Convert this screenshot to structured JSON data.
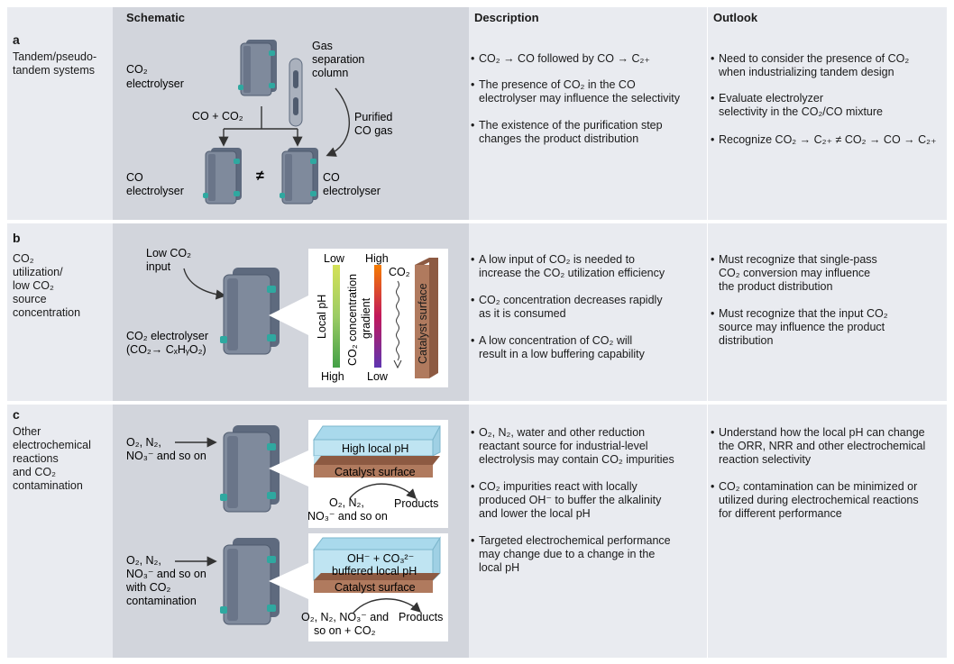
{
  "headers": {
    "schematic": "Schematic",
    "description": "Description",
    "outlook": "Outlook"
  },
  "rows": [
    {
      "letter": "a",
      "title_lines": [
        "Tandem/pseudo-",
        "tandem systems"
      ],
      "schematic": {
        "co2_electrolyser": [
          "CO₂",
          "electrolyser"
        ],
        "gas_column": [
          "Gas",
          "separation",
          "column"
        ],
        "feed": "CO + CO₂",
        "purified": [
          "Purified",
          "CO gas"
        ],
        "co_left": [
          "CO",
          "electrolyser"
        ],
        "co_right": [
          "CO",
          "electrolyser"
        ],
        "neq": "≠"
      },
      "description": [
        [
          "CO₂ → CO followed by CO → C₂₊"
        ],
        [
          "The presence of CO₂ in the CO",
          "electrolyser may influence the selectivity"
        ],
        [
          "The existence of the purification step",
          "changes the product distribution"
        ]
      ],
      "outlook": [
        [
          "Need to consider the presence of CO₂",
          "when industrializing tandem design"
        ],
        [
          "Evaluate electrolyzer",
          "selectivity in the CO₂/CO mixture"
        ],
        [
          "Recognize CO₂ → C₂₊ ≠ CO₂ → CO → C₂₊"
        ]
      ]
    },
    {
      "letter": "b",
      "title_lines": [
        "CO₂",
        "utilization/",
        "low CO₂",
        "source",
        "concentration"
      ],
      "schematic": {
        "low_input": [
          "Low CO₂",
          "input"
        ],
        "electrolyser": [
          "CO₂ electrolyser",
          "(CO₂→ CₓHᵧO₂)"
        ],
        "low_top": "Low",
        "high_top": "High",
        "high_bottom": "High",
        "low_bottom": "Low",
        "ph_label": "Local pH",
        "gradient_label": [
          "CO₂ concentration",
          "gradient"
        ],
        "co2_small": "CO₂",
        "catalyst_label": "Catalyst surface"
      },
      "description": [
        [
          "A low input of CO₂ is needed to",
          "increase the CO₂ utilization efficiency"
        ],
        [
          "CO₂ concentration decreases rapidly",
          "as it is consumed"
        ],
        [
          "A low concentration of CO₂ will",
          "result in a low buffering capability"
        ]
      ],
      "outlook": [
        [
          "Must recognize that single-pass",
          "CO₂ conversion may influence",
          "the product distribution"
        ],
        [
          "Must recognize that the input CO₂",
          "source may influence the product",
          "distribution"
        ]
      ]
    },
    {
      "letter": "c",
      "title_lines": [
        "Other",
        "electrochemical",
        "reactions",
        "and CO₂",
        "contamination"
      ],
      "schematic": {
        "input1": [
          "O₂, N₂,",
          "NO₃⁻ and so on"
        ],
        "box1_top": "High local pH",
        "box1_cat": "Catalyst surface",
        "react1": [
          "O₂, N₂,",
          "NO₃⁻ and so on"
        ],
        "products1": "Products",
        "input2": [
          "O₂, N₂,",
          "NO₃⁻ and so on",
          "with CO₂",
          "contamination"
        ],
        "box2_top": [
          "OH⁻ + CO₃²⁻",
          "buffered local pH"
        ],
        "box2_cat": "Catalyst surface",
        "react2": [
          "O₂, N₂, NO₃⁻ and",
          "so on + CO₂"
        ],
        "products2": "Products"
      },
      "description": [
        [
          "O₂, N₂, water and other reduction",
          "reactant source for industrial-level",
          "electrolysis may contain CO₂ impurities"
        ],
        [
          "CO₂ impurities react with locally",
          "produced OH⁻ to buffer the alkalinity",
          "and lower the local pH"
        ],
        [
          "Targeted electrochemical performance",
          "may change due to a change in the",
          "local pH"
        ]
      ],
      "outlook": [
        [
          "Understand how the local pH can change",
          "the ORR, NRR and other electrochemical",
          "reaction selectivity"
        ],
        [
          "CO₂ contamination can be minimized or",
          "utilized during electrochemical reactions",
          "for different performance"
        ]
      ]
    }
  ],
  "colors": {
    "panel_light": "#e9ebf0",
    "panel_schematic": "#d2d5dc",
    "device_face": "#7f8a9c",
    "device_edge": "#4f5b6e",
    "port": "#2fa8a0",
    "catalyst": "#b07a5e",
    "liquid": "#bfe4f2"
  },
  "icons": [
    "electrolyser-icon",
    "column-icon",
    "catalyst-icon"
  ]
}
